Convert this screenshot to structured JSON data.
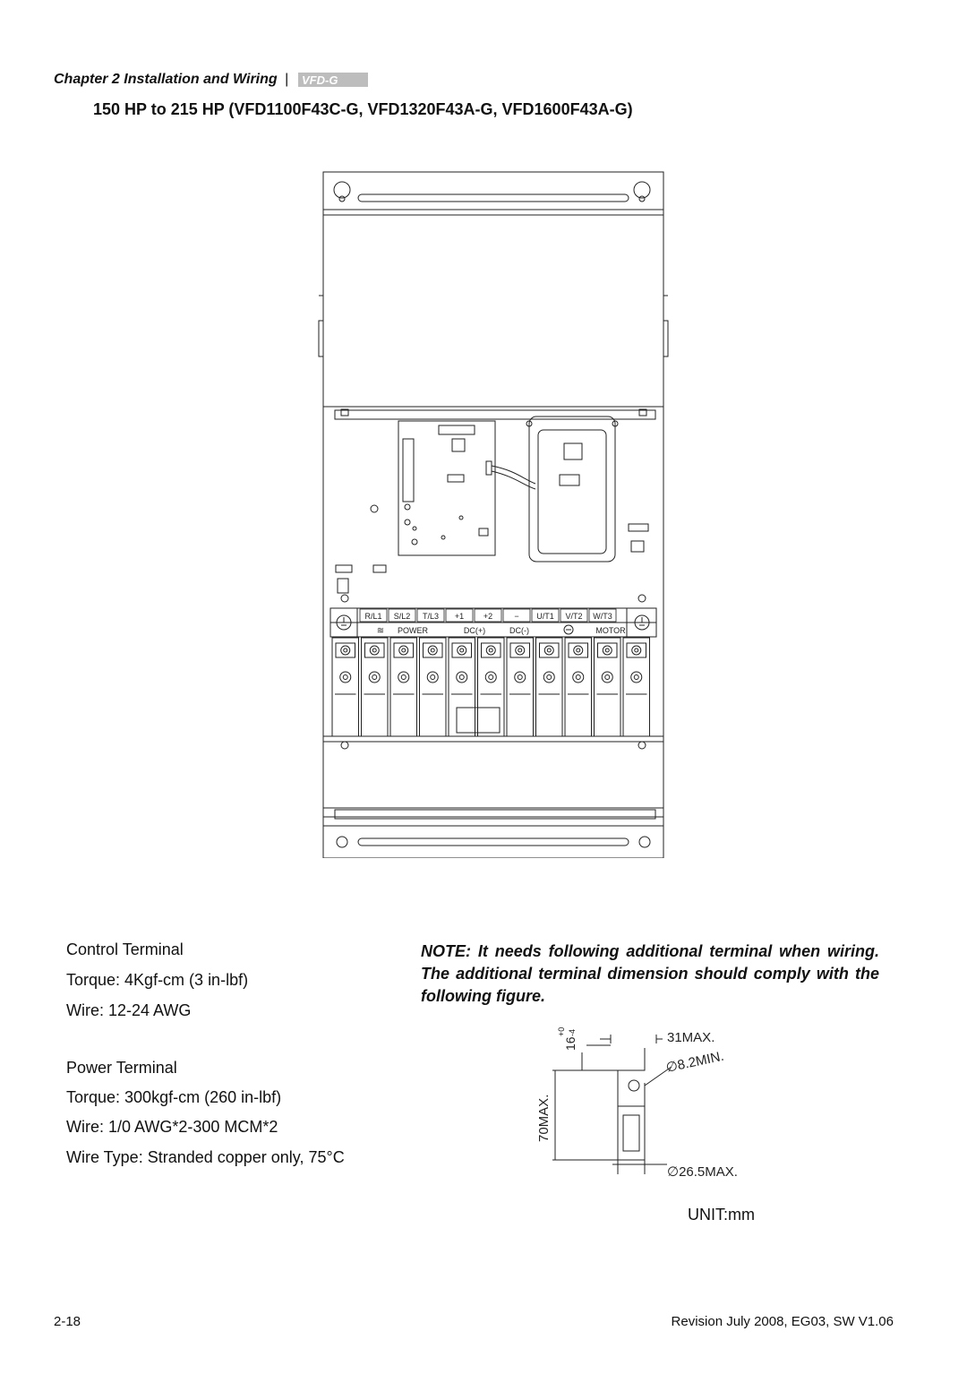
{
  "header": {
    "chapter": "Chapter 2 Installation and Wiring",
    "separator": "|",
    "logo_text": "VFD-G"
  },
  "section_title": "150 HP to 215 HP (VFD1100F43C-G, VFD1320F43A-G, VFD1600F43A-G)",
  "terminal_block": {
    "upper_labels": [
      "R/L1",
      "S/L2",
      "T/L3",
      "+1",
      "+2",
      "−",
      "U/T1",
      "V/T2",
      "W/T3"
    ],
    "lower_labels": [
      "POWER",
      "DC(+)",
      "DC(-)",
      "MOTOR"
    ]
  },
  "control_terminal": {
    "title": "Control Terminal",
    "torque": "Torque: 4Kgf-cm (3 in-lbf)",
    "wire": "Wire: 12-24 AWG"
  },
  "power_terminal": {
    "title": "Power Terminal",
    "torque": "Torque: 300kgf-cm (260 in-lbf)",
    "wire": "Wire: 1/0 AWG*2-300 MCM*2",
    "wire_type": "Wire Type: Stranded copper only, 75°C"
  },
  "note": "NOTE: It needs following additional terminal when wiring. The additional terminal dimension should comply with the following figure.",
  "lug_dimensions": {
    "width_top": "31MAX.",
    "hole": "∅8.2MIN.",
    "width_bottom": "∅26.5MAX.",
    "length": "70MAX.",
    "offset_base": "16",
    "offset_plus": "+0",
    "offset_minus": "-4"
  },
  "unit": "UNIT:mm",
  "footer": {
    "page": "2-18",
    "revision": "Revision July 2008, EG03, SW V1.06"
  }
}
